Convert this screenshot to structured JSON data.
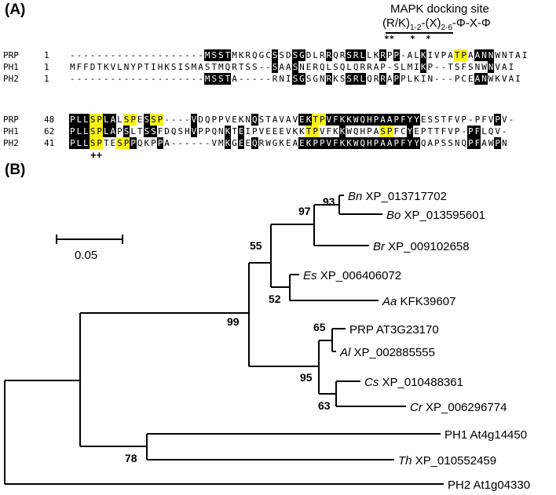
{
  "panelA": {
    "label": "(A)",
    "mapk_title": "MAPK docking site",
    "mapk_motif_1": "(R/K)",
    "mapk_motif_sub1": "1-2",
    "mapk_motif_2": "-(X)",
    "mapk_motif_sub2": "2-6",
    "mapk_motif_3": "-Φ-X-Φ",
    "stars": "**   *  *",
    "plusses": "++",
    "block1": [
      {
        "name": "PRP",
        "start": "1",
        "seq": "--------------------MSSTMKRQGCSSDSGDLRRQRSRLLKRPP-ALKIVPATPAANNWNTAI"
      },
      {
        "name": "PH1",
        "start": "1",
        "seq": "MFFDTKVLNYPTIHKSISMASTMQRTSS--SAASNERQLSQLQRRAP-SLMIKP--TSFSNWNVAI"
      },
      {
        "name": "PH2",
        "start": "1",
        "seq": "--------------------MSSTA-----RNISGSGNRKSSRLQRRAPPLKIN---PCEANWKVAI"
      }
    ],
    "block2": [
      {
        "name": "PRP",
        "start": "48",
        "seq": "PLLSPLALSPESSP----VDQPPVEKNQSTAVAVEKTPVFKKWQHPAAPFYYESSTFVP-PFVPV-"
      },
      {
        "name": "PH1",
        "start": "62",
        "seq": "PLLSPLAPSLTSSFDQSHVPPQNKTEIPVEEEVKKTPVFKKWQHPASPFCYEPTTFVP-PFLQV-"
      },
      {
        "name": "PH2",
        "start": "41",
        "seq": "PLLSPTESPPQKPPA------VMKGEEQRWGKEAEKPPVFKKWQHPAAPFYYQAPSSNQPFAWPN"
      }
    ]
  },
  "panelB": {
    "label": "(B)",
    "scale_label": "0.05",
    "taxa": [
      {
        "sp": "Bn",
        "acc": "XP_013717702"
      },
      {
        "sp": "Bo",
        "acc": "XP_013595601"
      },
      {
        "sp": "Br",
        "acc": "XP_009102658"
      },
      {
        "sp": "Es",
        "acc": "XP_006406072"
      },
      {
        "sp": "Aa",
        "acc": "KFK39607"
      },
      {
        "sp": "",
        "acc": "PRP AT3G23170"
      },
      {
        "sp": "Al",
        "acc": "XP_002885555"
      },
      {
        "sp": "Cs",
        "acc": "XP_010488361"
      },
      {
        "sp": "Cr",
        "acc": "XP_006296774"
      },
      {
        "sp": "",
        "acc": "PH1 At4g14450"
      },
      {
        "sp": "Th",
        "acc": "XP_010552459"
      },
      {
        "sp": "",
        "acc": "PH2 At1g04330"
      }
    ],
    "bootstrap": [
      "93",
      "97",
      "55",
      "52",
      "99",
      "65",
      "95",
      "63",
      "78"
    ]
  }
}
